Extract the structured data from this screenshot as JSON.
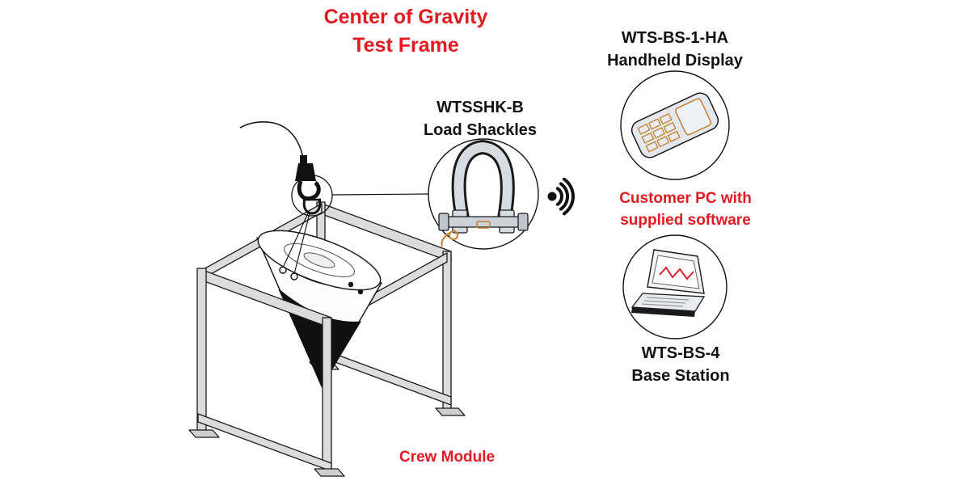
{
  "title": {
    "line1": "Center of Gravity",
    "line2": "Test Frame"
  },
  "callouts": {
    "shackle": {
      "line1": "WTSSHK-B",
      "line2": "Load Shackles"
    },
    "handheld": {
      "line1": "WTS-BS-1-HA",
      "line2": "Handheld Display"
    },
    "pc": {
      "line1": "Customer PC with",
      "line2": "supplied software"
    },
    "base_station": {
      "line1": "WTS-BS-4",
      "line2": "Base Station"
    },
    "crew_module": {
      "label": "Crew Module"
    }
  },
  "colors": {
    "accent_red": "#e11b22",
    "ink": "#1a1a1a",
    "beam_gray": "#dcdcdc",
    "shackle_gray": "#d7dbe2",
    "device_orange": "#c87f2e",
    "chart_red": "#d6252b"
  },
  "icons": {
    "wireless": "wireless-signal-icon",
    "shackle": "load-shackle-icon",
    "hook": "crane-hook-icon",
    "capsule": "crew-module-capsule",
    "handheld": "handheld-display-icon",
    "laptop": "laptop-pc-icon"
  }
}
